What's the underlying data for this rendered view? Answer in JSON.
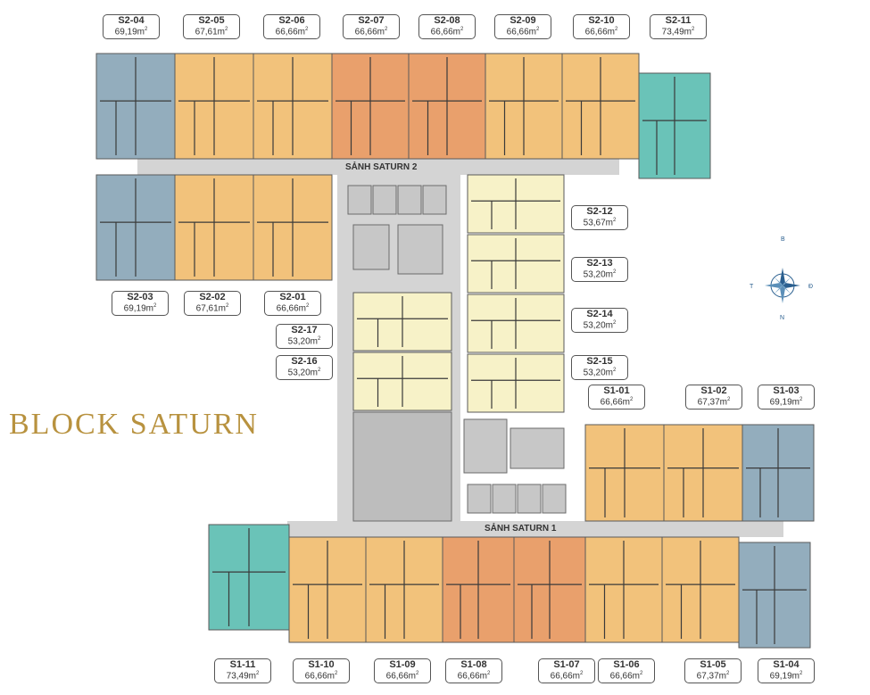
{
  "title": "BLOCK SATURN",
  "lobbies": {
    "saturn2": "SẢNH SATURN 2",
    "saturn1": "SẢNH SATURN 1"
  },
  "compass": {
    "b": "B",
    "n": "N",
    "t": "T",
    "d": "Đ"
  },
  "colors": {
    "orange_light": "#f2c27b",
    "orange_dark": "#e9a06c",
    "yellow_pale": "#f7f2c8",
    "blue_gray": "#93adbd",
    "teal": "#6ac3b8",
    "lobby": "#d4d4d4",
    "title": "#b8923f"
  },
  "units": [
    {
      "code": "S2-04",
      "area": "69,19m",
      "color": "blue_gray"
    },
    {
      "code": "S2-05",
      "area": "67,61m",
      "color": "orange_light"
    },
    {
      "code": "S2-06",
      "area": "66,66m",
      "color": "orange_light"
    },
    {
      "code": "S2-07",
      "area": "66,66m",
      "color": "orange_dark"
    },
    {
      "code": "S2-08",
      "area": "66,66m",
      "color": "orange_dark"
    },
    {
      "code": "S2-09",
      "area": "66,66m",
      "color": "orange_light"
    },
    {
      "code": "S2-10",
      "area": "66,66m",
      "color": "orange_light"
    },
    {
      "code": "S2-11",
      "area": "73,49m",
      "color": "teal"
    },
    {
      "code": "S2-12",
      "area": "53,67m",
      "color": "yellow_pale"
    },
    {
      "code": "S2-13",
      "area": "53,20m",
      "color": "yellow_pale"
    },
    {
      "code": "S2-14",
      "area": "53,20m",
      "color": "yellow_pale"
    },
    {
      "code": "S2-15",
      "area": "53,20m",
      "color": "yellow_pale"
    },
    {
      "code": "S2-17",
      "area": "53,20m",
      "color": "yellow_pale"
    },
    {
      "code": "S2-16",
      "area": "53,20m",
      "color": "yellow_pale"
    },
    {
      "code": "S2-03",
      "area": "69,19m",
      "color": "blue_gray"
    },
    {
      "code": "S2-02",
      "area": "67,61m",
      "color": "orange_light"
    },
    {
      "code": "S2-01",
      "area": "66,66m",
      "color": "orange_light"
    },
    {
      "code": "S1-01",
      "area": "66,66m",
      "color": "orange_light"
    },
    {
      "code": "S1-02",
      "area": "67,37m",
      "color": "orange_light"
    },
    {
      "code": "S1-03",
      "area": "69,19m",
      "color": "blue_gray"
    },
    {
      "code": "S1-11",
      "area": "73,49m",
      "color": "teal"
    },
    {
      "code": "S1-10",
      "area": "66,66m",
      "color": "orange_light"
    },
    {
      "code": "S1-09",
      "area": "66,66m",
      "color": "orange_light"
    },
    {
      "code": "S1-08",
      "area": "66,66m",
      "color": "orange_dark"
    },
    {
      "code": "S1-07",
      "area": "66,66m",
      "color": "orange_dark"
    },
    {
      "code": "S1-06",
      "area": "66,66m",
      "color": "orange_light"
    },
    {
      "code": "S1-05",
      "area": "67,37m",
      "color": "orange_light"
    },
    {
      "code": "S1-04",
      "area": "69,19m",
      "color": "blue_gray"
    }
  ]
}
